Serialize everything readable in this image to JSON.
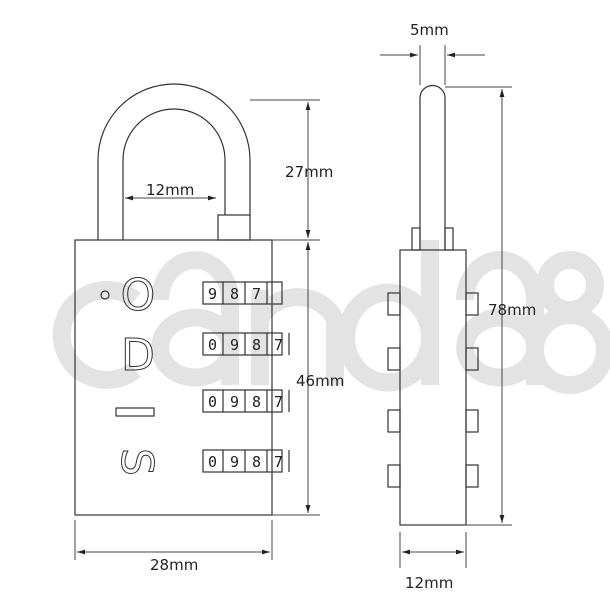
{
  "watermark": "canda8",
  "front_view": {
    "logo_letters": [
      "O",
      "D",
      "I",
      "S"
    ],
    "dial_rows": [
      [
        "9",
        "8",
        "7"
      ],
      [
        "0",
        "9",
        "8",
        "7"
      ],
      [
        "0",
        "9",
        "8",
        "7"
      ],
      [
        "0",
        "9",
        "8",
        "7"
      ]
    ],
    "dimensions": {
      "shackle_height": "27mm",
      "shackle_inner_width": "12mm",
      "body_height": "46mm",
      "body_width": "28mm"
    }
  },
  "side_view": {
    "dimensions": {
      "shackle_thickness": "5mm",
      "total_height": "78mm",
      "body_depth": "12mm"
    }
  }
}
